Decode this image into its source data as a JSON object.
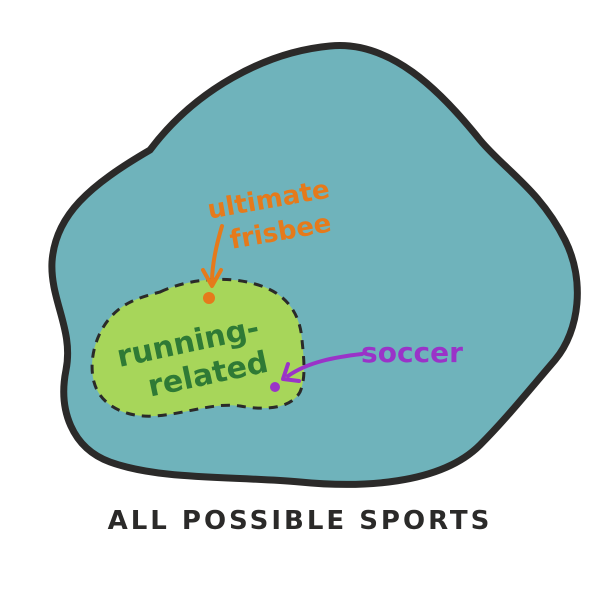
{
  "diagram": {
    "outer_region": {
      "color": "#6fb3bb",
      "label": "ALL POSSIBLE SPORTS"
    },
    "inner_region": {
      "color": "#a7d65a",
      "label_line1": "running-",
      "label_line2": "related",
      "label_color": "#2f7a35"
    },
    "points": [
      {
        "name": "ultimate frisbee",
        "label_line1": "ultimate",
        "label_line2": "frisbee",
        "color": "#e57a1b"
      },
      {
        "name": "soccer",
        "label": "soccer",
        "color": "#9a33c8"
      }
    ],
    "outline_color": "#2b2a29"
  }
}
